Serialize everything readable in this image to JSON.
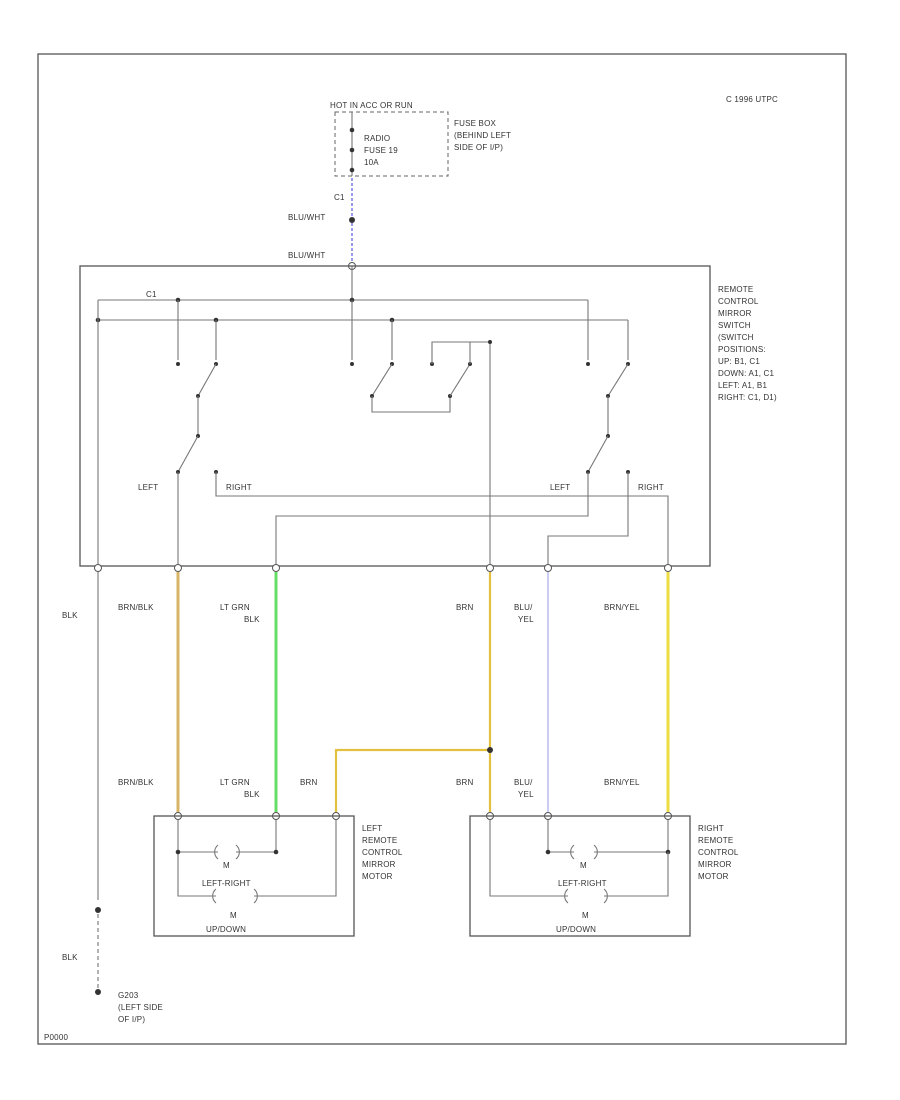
{
  "header": {
    "copyright": "C 1996 UTPC",
    "source": "HOT IN ACC OR RUN",
    "fuse_box": [
      "FUSE BOX",
      "(BEHIND LEFT",
      "SIDE OF I/P)"
    ],
    "fuse_label": [
      "RADIO",
      "FUSE 19",
      "10A"
    ]
  },
  "wires": {
    "source_pin": "C1",
    "blu_wht_upper": "BLU/WHT",
    "blu_wht_lower": "BLU/WHT",
    "switch_pin": "C1",
    "blk_upper": "BLK",
    "blk_lower": "BLK",
    "brn_blk_top": "BRN/BLK",
    "brn_blk_bot": "BRN/BLK",
    "lt_grn_top": [
      "LT GRN",
      "BLK"
    ],
    "lt_grn_bot": [
      "LT GRN",
      "BLK"
    ],
    "brn_left_motor": "BRN",
    "brn_top": "BRN",
    "brn_bot": "BRN",
    "blu_yel_top": [
      "BLU/",
      "YEL"
    ],
    "blu_yel_bot": [
      "BLU/",
      "YEL"
    ],
    "brn_yel_top": "BRN/YEL",
    "brn_yel_bot": "BRN/YEL"
  },
  "switch": {
    "name": [
      "REMOTE",
      "CONTROL",
      "MIRROR",
      "SWITCH",
      "(SWITCH",
      "POSITIONS:",
      "UP: B1, C1",
      "DOWN: A1, C1",
      "LEFT: A1, B1",
      "RIGHT: C1, D1)"
    ],
    "left_l": "LEFT",
    "right_l": "RIGHT",
    "left_r": "LEFT",
    "right_r": "RIGHT"
  },
  "motors": {
    "left_name": [
      "LEFT",
      "REMOTE",
      "CONTROL",
      "MIRROR",
      "MOTOR"
    ],
    "right_name": [
      "RIGHT",
      "REMOTE",
      "CONTROL",
      "MIRROR",
      "MOTOR"
    ],
    "m": "M",
    "left_right": "LEFT-RIGHT",
    "up_down": "UP/DOWN"
  },
  "ground": {
    "id": "G203",
    "location": [
      "(LEFT SIDE",
      "OF I/P)"
    ]
  },
  "footer": {
    "code": "P0000"
  },
  "colors": {
    "wire_blu_wht": "#6f6fe8",
    "wire_brn_blk": "#d8b466",
    "wire_lt_grn": "#66dd66",
    "wire_brn": "#e4c040",
    "wire_blu_yel": "#b6b6ee",
    "wire_brn_yel": "#ecdc40"
  }
}
